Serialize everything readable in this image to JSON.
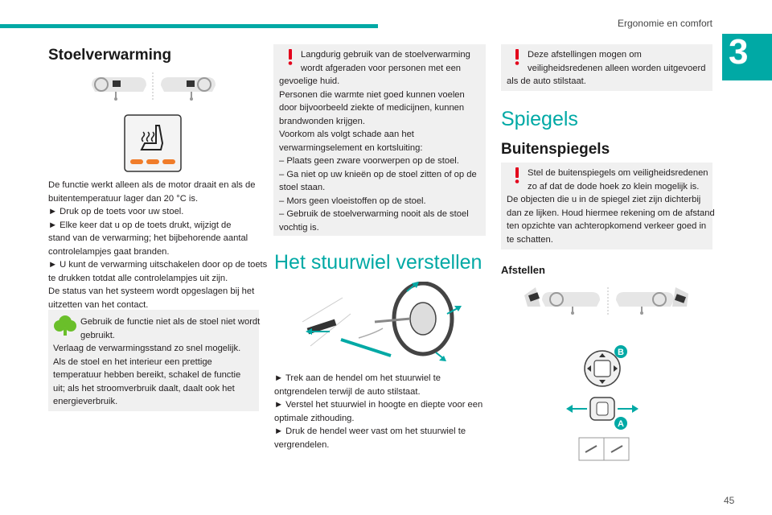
{
  "header": {
    "section": "Ergonomie en comfort",
    "chapter_number": "3",
    "page_number": "45"
  },
  "col1": {
    "title": "Stoelverwarming",
    "body": [
      "De functie werkt alleen als de motor draait en als de",
      "buitentemperatuur lager dan 20 °C is.",
      "► Druk op de toets voor uw stoel.",
      "► Elke keer dat u op de toets drukt, wijzigt de",
      "stand van de verwarming; het bijbehorende aantal",
      "controlelampjes gaat branden.",
      "► U kunt de verwarming uitschakelen door op de toets",
      "te drukken totdat alle controlelampjes uit zijn.",
      "De status van het systeem wordt opgeslagen bij het",
      "uitzetten van het contact."
    ],
    "eco_note": [
      "Gebruik de functie niet als de stoel niet wordt",
      "gebruikt.",
      "Verlaag de verwarmingsstand zo snel mogelijk.",
      "Als de stoel en het interieur een prettige",
      "temperatuur hebben bereikt, schakel de functie",
      "uit; als het stroomverbruik daalt, daalt ook het",
      "energieverbruik."
    ]
  },
  "col2": {
    "warning": [
      "Langdurig gebruik van de stoelverwarming",
      "wordt afgeraden voor personen met een",
      "gevoelige huid.",
      "Personen die warmte niet goed kunnen voelen",
      "door bijvoorbeeld ziekte of medicijnen, kunnen",
      "brandwonden krijgen.",
      "Voorkom als volgt schade aan het",
      "verwarmingselement en kortsluiting:",
      "– Plaats geen zware voorwerpen op de stoel.",
      "– Ga niet op uw knieën op de stoel zitten of op de",
      "stoel staan.",
      "– Mors geen vloeistoffen op de stoel.",
      "– Gebruik de stoelverwarming nooit als de stoel",
      "vochtig is."
    ],
    "title": "Het stuurwiel verstellen",
    "body": [
      "► Trek aan de hendel om het stuurwiel te",
      "ontgrendelen terwijl de auto stilstaat.",
      "► Verstel het stuurwiel in hoogte en diepte voor een",
      "optimale zithouding.",
      "► Druk de hendel weer vast om het stuurwiel te",
      "vergrendelen."
    ]
  },
  "col3": {
    "warning": [
      "Deze afstellingen mogen om",
      "veiligheidsredenen alleen worden uitgevoerd",
      "als de auto stilstaat."
    ],
    "title": "Spiegels",
    "subtitle": "Buitenspiegels",
    "warning2": [
      "Stel de buitenspiegels om veiligheidsredenen",
      "zo af dat de dode hoek zo klein mogelijk is.",
      "De objecten die u in de spiegel ziet zijn dichterbij",
      "dan ze lijken. Houd hiermee rekening om de afstand",
      "ten opzichte van achteropkomend verkeer goed in",
      "te schatten."
    ],
    "subheading": "Afstellen",
    "label_b": "B",
    "label_a": "A"
  },
  "colors": {
    "accent": "#00a9a5",
    "warning": "#e3001b",
    "eco": "#6abf2a",
    "heat": "#f07c2a"
  }
}
